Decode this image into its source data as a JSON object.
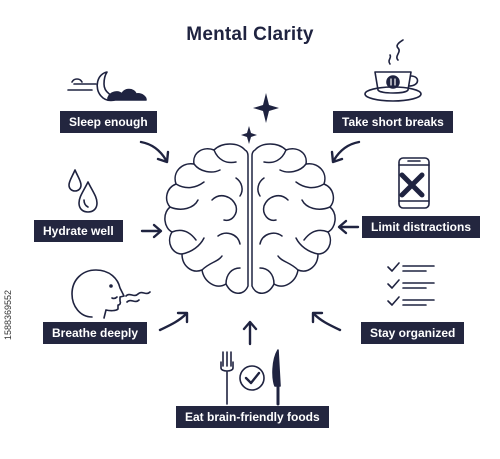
{
  "title": "Mental Clarity",
  "labels": {
    "sleep": "Sleep enough",
    "hydrate": "Hydrate well",
    "breathe": "Breathe deeply",
    "breaks": "Take short breaks",
    "distractions": "Limit distractions",
    "organized": "Stay organized",
    "food": "Eat brain-friendly foods"
  },
  "stock_id": "1588369552",
  "colors": {
    "ink": "#1f2340",
    "label_bg": "#23263f",
    "label_text": "#ffffff"
  },
  "icons": [
    "moon-cloud-icon",
    "water-drops-icon",
    "head-breath-icon",
    "coffee-cup-icon",
    "phone-blocked-icon",
    "checklist-icon",
    "fork-knife-check-icon",
    "sparkle-icon",
    "brain-icon"
  ]
}
